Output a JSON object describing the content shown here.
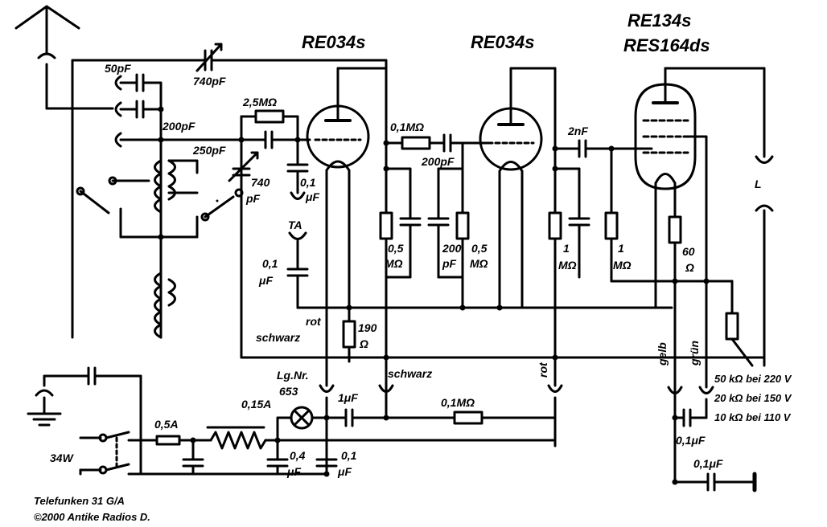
{
  "tubes": {
    "tube1": "RE034s",
    "tube2": "RE034s",
    "tube3_line1": "RE134s",
    "tube3_line2": "RES164ds"
  },
  "labels": {
    "c_50pf": "50pF",
    "c_740pf_top": "740pF",
    "c_200pf_ant": "200pF",
    "r_2_5m": "2,5MΩ",
    "c_250pf": "250pF",
    "c_740pf_tune_a": "740",
    "c_740pf_tune_b": "pF",
    "c_01uf_a": "0,1",
    "c_01uf_b": "μF",
    "ta": "TA",
    "c_01uf2_a": "0,1",
    "c_01uf2_b": "μF",
    "rot1": "rot",
    "schwarz1": "schwarz",
    "r_190": "190",
    "ohm_190": "Ω",
    "r_01m": "0,1MΩ",
    "c_200pf_cpl": "200pF",
    "r_05m_a": "0,5",
    "r_05m_b": "MΩ",
    "c_200pf_b_a": "200",
    "c_200pf_b_b": "pF",
    "r_05m2_a": "0,5",
    "r_05m2_b": "MΩ",
    "c_2nf": "2nF",
    "r_1m_a": "1",
    "r_1m_b": "MΩ",
    "r_1m2_a": "1",
    "r_1m2_b": "MΩ",
    "r_60_a": "60",
    "r_60_b": "Ω",
    "speaker": "L",
    "gelb": "gelb",
    "gruen": "grün",
    "rot2": "rot",
    "schwarz2": "schwarz",
    "lgnr_a": "Lg.Nr.",
    "lgnr_b": "653",
    "fuse_015": "0,15A",
    "c_1uf": "1μF",
    "r_01m2": "0,1MΩ",
    "fuse_05": "0,5A",
    "power": "34W",
    "c_04uf_a": "0,4",
    "c_04uf_b": "μF",
    "c_01uf3_a": "0,1",
    "c_01uf3_b": "μF",
    "c_01uf4": "0,1μF",
    "c_01uf5": "0,1μF",
    "v220": "50 kΩ bei 220 V",
    "v150": "20 kΩ bei 150 V",
    "v110": "10 kΩ bei 110 V",
    "footer_line1": "Telefunken 31 G/A",
    "footer_line2": "©2000 Antike Radios D."
  }
}
